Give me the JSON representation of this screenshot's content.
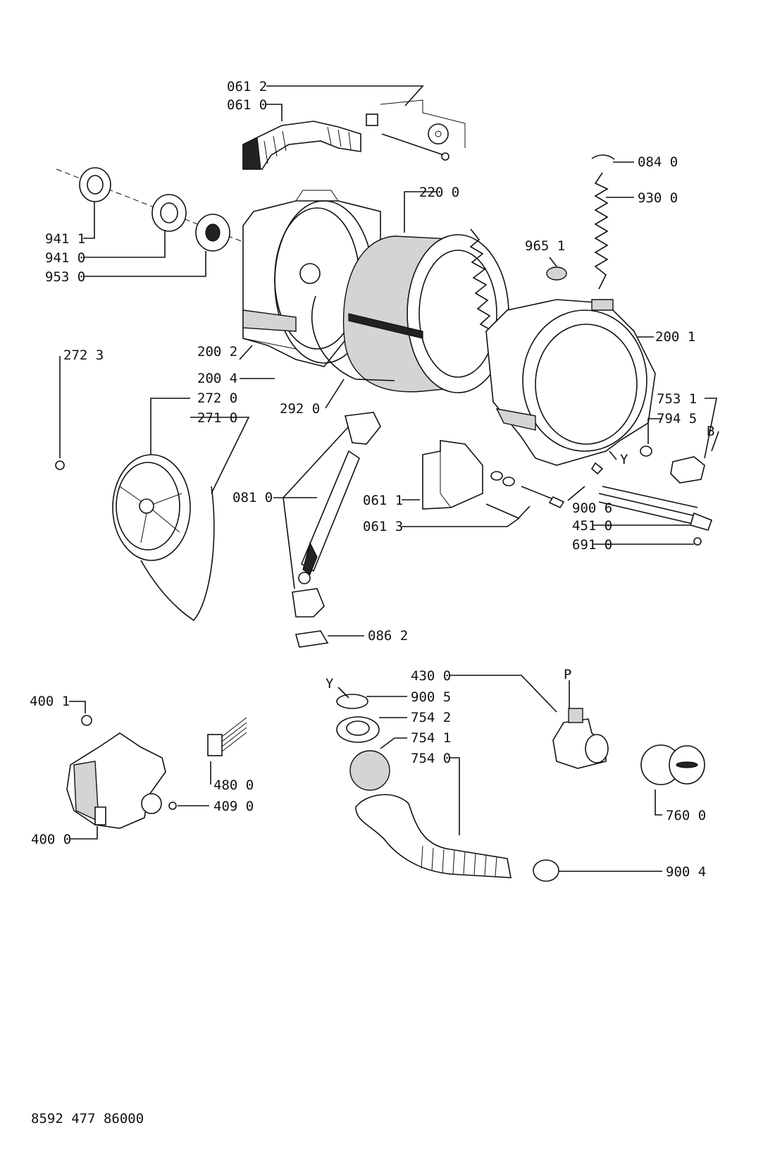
{
  "labels": {
    "p0612": "061 2",
    "p0610": "061 0",
    "p0840": "084 0",
    "p9300": "930 0",
    "p2200": "220 0",
    "p9651": "965 1",
    "p9411": "941 1",
    "p9410": "941 0",
    "p9530": "953 0",
    "p2001": "200 1",
    "p2723": "272 3",
    "p2002": "200 2",
    "p2004": "200 4",
    "p2720": "272 0",
    "p2710": "271 0",
    "p2920": "292 0",
    "p7531": "753 1",
    "p7945": "794 5",
    "pB": "B",
    "pY1": "Y",
    "p0810": "081 0",
    "p0611": "061 1",
    "p0613": "061 3",
    "p9006": "900 6",
    "p4510": "451 0",
    "p6910": "691 0",
    "p0862": "086 2",
    "p4300": "430 0",
    "pP": "P",
    "pY2": "Y",
    "p9005": "900 5",
    "p7542": "754 2",
    "p7541": "754 1",
    "p7540": "754 0",
    "p4001": "400 1",
    "p4800": "480 0",
    "p4090": "409 0",
    "p4000": "400 0",
    "p7600": "760 0",
    "p9004": "900 4"
  },
  "footer": {
    "code": "8592 477 86000"
  }
}
